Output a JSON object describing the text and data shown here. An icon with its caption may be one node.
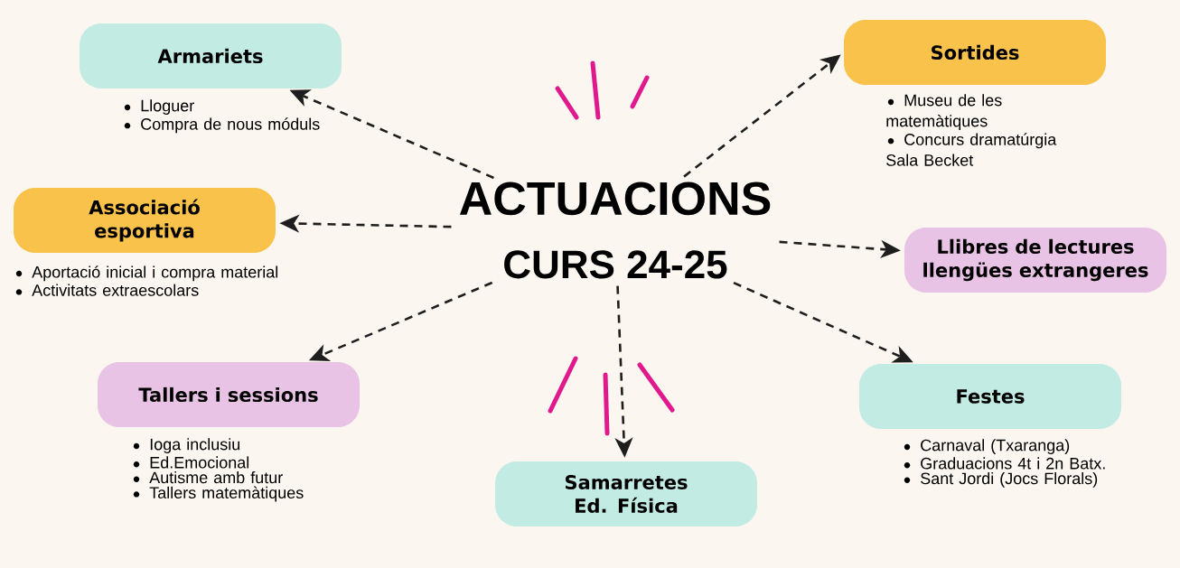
{
  "diagram": {
    "nodes": [
      {
        "text": [
          "ACTUACIONS",
          "CURS 24-25"
        ]
      },
      {
        "text": [
          "Armariets"
        ],
        "beside": [
          "Lloguer",
          "Compra de nous móduls"
        ]
      },
      {
        "text": [
          "Sortides"
        ],
        "beside": [
          "Museu de les matemàtiques",
          "Concurs dramatúrgia Sala Becket"
        ]
      },
      {
        "text": [
          "Associació esportiva"
        ],
        "beside": [
          "Aportació inicial i compra material",
          "Activitats extraescolars"
        ]
      },
      {
        "text": [
          "Llibres de lectures llengües extrangeres"
        ]
      },
      {
        "text": [
          "Tallers i sessions"
        ],
        "beside": [
          "Ioga inclusiu",
          "Ed.Emocional",
          "Autisme amb futur",
          "Tallers matemàtiques"
        ]
      },
      {
        "text": [
          "Samarretes Ed. Física"
        ]
      },
      {
        "text": [
          "Festes"
        ],
        "beside": [
          "Carnaval (Txaranga)",
          "Graduacions 4t i 2n Batx.",
          "Sant Jordi (Jocs Florals)"
        ]
      }
    ],
    "edges": [
      {
        "from": 0,
        "to": 1,
        "arrow": "to"
      },
      {
        "from": 0,
        "to": 2,
        "arrow": "to"
      },
      {
        "from": 0,
        "to": 3,
        "arrow": "to"
      },
      {
        "from": 0,
        "to": 4,
        "arrow": "to"
      },
      {
        "from": 0,
        "to": 5,
        "arrow": "to"
      },
      {
        "from": 0,
        "to": 6,
        "arrow": "to"
      },
      {
        "from": 0,
        "to": 7,
        "arrow": "to"
      }
    ]
  }
}
